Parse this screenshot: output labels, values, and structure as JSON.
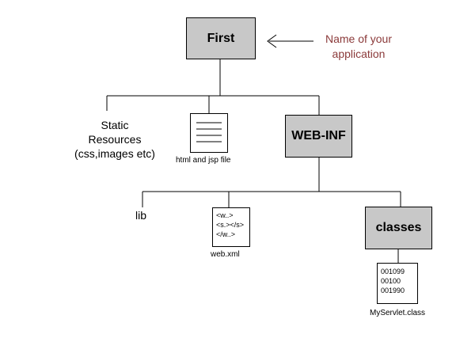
{
  "root": {
    "label": "First"
  },
  "annotation": {
    "line1": "Name of your",
    "line2": "application",
    "color": "#8b3a3a"
  },
  "static_resources": {
    "line1": "Static",
    "line2": "Resources",
    "line3": "(css,images etc)"
  },
  "html_jsp": {
    "caption": "html and jsp file"
  },
  "web_inf": {
    "label": "WEB-INF"
  },
  "lib": {
    "label": "lib"
  },
  "web_xml": {
    "lines": [
      "<w..>",
      "<s.></s>",
      "</w..>"
    ],
    "caption": "web.xml"
  },
  "classes": {
    "label": "classes"
  },
  "class_file": {
    "lines": [
      "001099",
      "00100",
      "001990"
    ],
    "caption": "MyServlet.class"
  },
  "colors": {
    "box_fill": "#c8c8c8",
    "line": "#000000",
    "annotation_text": "#8b3a3a"
  }
}
